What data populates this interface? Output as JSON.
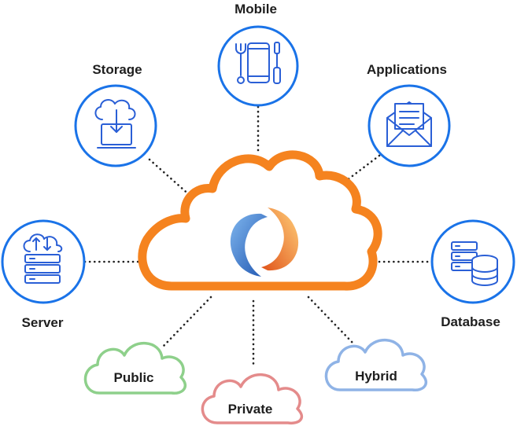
{
  "nodes": {
    "mobile": {
      "label": "Mobile",
      "icon": "tools-phone-icon"
    },
    "storage": {
      "label": "Storage",
      "icon": "cloud-download-laptop-icon"
    },
    "applications": {
      "label": "Applications",
      "icon": "envelope-icon"
    },
    "server": {
      "label": "Server",
      "icon": "server-rack-cloud-icon"
    },
    "database": {
      "label": "Database",
      "icon": "database-server-icon"
    }
  },
  "clouds": {
    "public": {
      "label": "Public",
      "color": "#8ed08b"
    },
    "private": {
      "label": "Private",
      "color": "#e48b8b"
    },
    "hybrid": {
      "label": "Hybrid",
      "color": "#8fb3e6"
    }
  },
  "colors": {
    "main_cloud_outline": "#f5831f",
    "node_ring": "#1a73e8",
    "icon": "#2a5fd6",
    "connector": "#222222",
    "logo_blue": "#2c6fc8",
    "logo_orange": "#f07a1e"
  }
}
